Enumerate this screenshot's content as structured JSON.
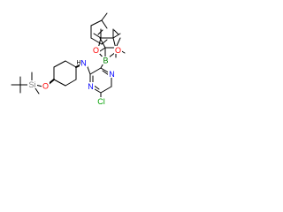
{
  "molecule": {
    "atoms": {
      "oxygen_boronate_top": "O",
      "oxygen_boronate_bottom": "O",
      "boron": "B",
      "amine_n": "N",
      "amine_h": "H",
      "pyrimidine_n_top": "N",
      "pyrimidine_n_bottom": "N",
      "chlorine": "Cl",
      "ether_oxygen": "O",
      "silicon": "Si"
    },
    "colors": {
      "bond": "#000000",
      "oxygen": "#ff0000",
      "nitrogen": "#0000ff",
      "boron": "#008000",
      "chlorine": "#00a000",
      "silicon": "#808080",
      "carbon": "#000000"
    }
  }
}
